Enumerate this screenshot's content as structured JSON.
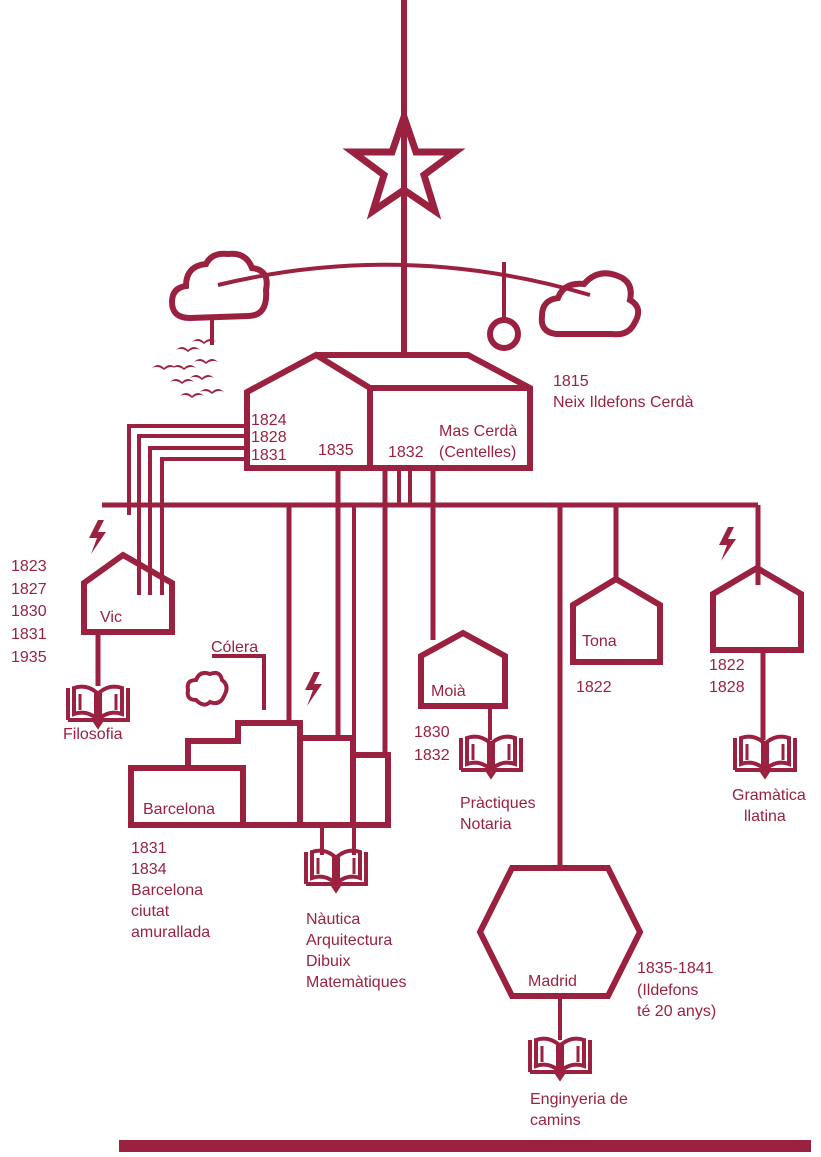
{
  "colors": {
    "line": "#9b2140",
    "background": "#ffffff"
  },
  "home": {
    "place": "Mas Cerdà",
    "town": "(Centelles)",
    "birth_year": "1815",
    "birth_text": "Neix Ildefons Cerdà",
    "years_left": [
      "1824",
      "1828",
      "1831"
    ],
    "year_1835": "1835",
    "year_1832": "1832"
  },
  "vic": {
    "name": "Vic",
    "years": [
      "1823",
      "1827",
      "1830",
      "1831",
      "1935"
    ],
    "subject": "Filosofia"
  },
  "barcelona": {
    "name": "Barcelona",
    "years": [
      "1831",
      "1834"
    ],
    "note": [
      "Barcelona",
      "ciutat",
      "amurallada"
    ],
    "cholera": "Cólera",
    "subjects": [
      "Nàutica",
      "Arquitectura",
      "Dibuix",
      "Matemàtiques"
    ]
  },
  "moia": {
    "name": "Moià",
    "years": [
      "1830",
      "1832"
    ],
    "subjects": [
      "Pràctiques",
      "Notaria"
    ]
  },
  "tona": {
    "name": "Tona",
    "year": "1822"
  },
  "right_house": {
    "years": [
      "1822",
      "1828"
    ],
    "subjects": [
      "Gramàtica",
      "llatina"
    ]
  },
  "madrid": {
    "name": "Madrid",
    "years": "1835-1841",
    "note": [
      "(Ildefons",
      "té 20 anys)"
    ],
    "subjects": [
      "Enginyeria de",
      "camins"
    ]
  },
  "icons": [
    "star-icon",
    "cloud-icon",
    "sun-ring-icon",
    "birds-icon",
    "lightning-icon",
    "open-book-icon"
  ]
}
